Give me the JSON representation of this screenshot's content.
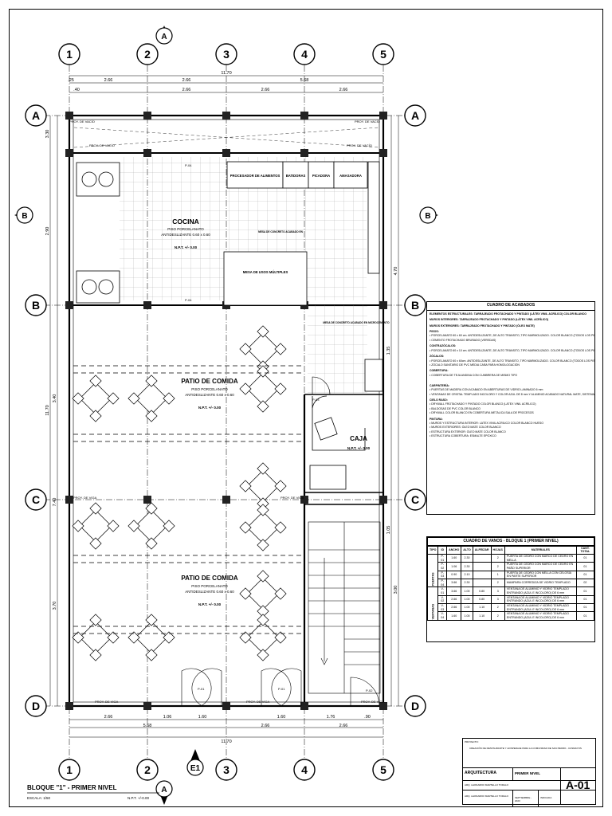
{
  "plan": {
    "title": "BLOQUE \"1\" - PRIMER NIVEL",
    "scale": "ESCALA: 1/50",
    "npt": "N.P.T. +/-0.00"
  },
  "axes": {
    "columns": [
      "1",
      "2",
      "3",
      "4",
      "5"
    ],
    "rows": [
      "A",
      "B",
      "C",
      "D"
    ]
  },
  "sections": {
    "a": "A",
    "b": "B",
    "e": "E1"
  },
  "dims_top": {
    "overall": "11.70",
    "row1": [
      ".25",
      "2.66",
      "2.66",
      "5.68"
    ],
    "row2": [
      ".40",
      "2.66",
      "2.66",
      "2.66"
    ]
  },
  "dims_bottom": {
    "row1": [
      "2.66",
      "1.06",
      "1.60",
      "1.60",
      "1.76",
      ".90"
    ],
    "row2": [
      "5.68",
      "2.66",
      "2.66"
    ],
    "overall": "11.70"
  },
  "dims_left": [
    "3.30",
    "2.90",
    "3.40",
    "11.70",
    "7.40",
    "3.70"
  ],
  "dims_right": [
    "4.70",
    "1.35",
    "1.05",
    "3.00"
  ],
  "rooms": {
    "cocina": {
      "name": "COCINA",
      "floor1": "PISO PORCELANATO",
      "floor2": "ANTIDESLIZANTE 0.60 x 0.60",
      "npt": "N.P.T. +/- 0.00"
    },
    "patio1": {
      "name": "PATIO DE COMIDA",
      "floor1": "PISO PORCELANATO",
      "floor2": "ANTIDESLIZANTE 0.60 x 0.60",
      "npt": "N.P.T. +/- 0.00"
    },
    "patio2": {
      "name": "PATIO DE COMIDA",
      "floor1": "PISO PORCELANATO",
      "floor2": "ANTIDESLIZANTE 0.60 x 0.60",
      "npt": "N.P.T. +/- 0.00"
    },
    "caja": {
      "name": "CAJA",
      "npt": "N.P.T. +/- 0.00"
    }
  },
  "equipment": {
    "procesador": "PROCESADOR DE ALIMENTOS",
    "batidoras": "BATIDORAS",
    "picadora": "PICADORA",
    "amasadora": "AMASADORA",
    "mesa": "MESA DE USOS MÚLTIPLES",
    "mesa_concreto": "MESA DE CONCRETO ACABADO EN",
    "mesa_concreto2": "MESA DE CONCRETO ACABADO EN MICROCEMENTO"
  },
  "labels": {
    "proy_vacio": "PROY. DE VACÍO",
    "proy_viga": "PROY. DE VIGA",
    "p01": "P-01",
    "p02": "P-02",
    "p03": "P-03",
    "p04": "P-04"
  },
  "acabados": {
    "title": "CUADRO DE ACABADOS",
    "lines": [
      {
        "t": "ELEMENTOS ESTRUCTURALES: TARRAJEADO FROTACHADO Y PINTADO (LÁTEX VINIL ACRÍLICO) COLOR BLANCO",
        "b": true
      },
      {
        "t": "MUROS INTERIORES: TARRAJEADO FROTACHADO Y PINTADO (LÁTEX VINIL ACRÍLICO)",
        "b": true
      },
      {
        "t": "MUROS EXTERIORES: TARRAJEADO FROTACHADO Y PINTADO (ÓLEO MATE)",
        "b": true
      },
      {
        "t": "PISOS:",
        "b": true
      },
      {
        "t": "•  PORCELANATO 60 x 60 cm. ANTIDESLIZANTE, DE ALTO TRÁNSITO, TIPO MARMOLIZADO. COLOR BLANCO (TODOS LOS PISOS)",
        "b": false
      },
      {
        "t": "•  CEMENTO FROTACHADO BRUÑADO (VEREDAS)",
        "b": false
      },
      {
        "t": "CONTRAZÓCALOS:",
        "b": true
      },
      {
        "t": "•  PORCELANATO 60 x 10 cm. ANTIDESLIZANTE, DE ALTO TRÁNSITO, TIPO MARMOLIZADO. COLOR BLANCO (TODOS LOS PISOS)",
        "b": false
      },
      {
        "t": "ZÓCALOS:",
        "b": true
      },
      {
        "t": "•  PORCELANATO 60 x 60cm. ANTIDESLIZANTE, DE ALTO TRÁNSITO, TIPO MARMOLIZADO. COLOR BLANCO (TODOS LOS PISOS)",
        "b": false
      },
      {
        "t": "•  ZÓCALO SANITARIO DE PVC MEDIA CAÑA PARA HOMOLOGACIÓN",
        "b": false
      },
      {
        "t": "COBERTURA:",
        "b": true
      },
      {
        "t": "•  COBERTURA DE TEJA ANDINA CON CUMBRERA DE MISMO TIPO",
        "b": false
      },
      {
        "t": "",
        "b": false
      },
      {
        "t": "CARPINTERÍA:",
        "b": true
      },
      {
        "t": "•  PUERTAS DE MADERA CON ACABADO EN ABERTURAS DE VIDRIO LAMINADO 6 mm",
        "b": false
      },
      {
        "t": "•  VENTANAS DE CRISTAL TEMPLADO INCOLORO Y COLOR AZUL DE 8 mm Y ALUMINIO ACABADO NATURAL MATE, SISTEMA CORREDIZO Y / O FIJO",
        "b": false
      },
      {
        "t": "CIELO RASO:",
        "b": true
      },
      {
        "t": "•  DRYWALL FROTACHADO Y PINTADO COLOR BLANCO (LÁTEX VINIL ACRÍLICO)",
        "b": false
      },
      {
        "t": "•  BALDOSAS DE PVC COLOR BLANCO",
        "b": false
      },
      {
        "t": "•  DRYWALL COLOR BLANCO EN COBERTURA METÁLICA SALA DE PROCESOS",
        "b": false
      },
      {
        "t": "PINTURA:",
        "b": true
      },
      {
        "t": "•  MUROS Y ESTRUCTURA INTERIOR: LÁTEX VINIL ACRÍLICO COLOR BLANCO HUESO",
        "b": false
      },
      {
        "t": "•  MUROS EXTERIORES: ÓLEO MATE COLOR BLANCO",
        "b": false
      },
      {
        "t": "•  ESTRUCTURA EXTERIOR: ÓLEO MATE COLOR BLANCO",
        "b": false
      },
      {
        "t": "•  ESTRUCTURA COBERTURA: ESMALTE EPÓXICO",
        "b": false
      }
    ]
  },
  "vanos": {
    "title": "CUADRO DE VANOS - BLOQUE 1 (PRIMER NIVEL)",
    "headers": [
      "TIPO",
      "ID",
      "ANCHO",
      "ALTO",
      "ALFEIZAR",
      "HOJAS",
      "MATERIALES",
      "CANT. TOTAL"
    ],
    "groups": [
      "PUERTAS",
      "VENTANAS"
    ],
    "rows": [
      [
        "P-01",
        "1.60",
        "2.30",
        "",
        "2",
        "PUERTA DE CEDRO CON MARCO DE CEDRO EN MELLA",
        "01"
      ],
      [
        "P-02",
        "1.06",
        "2.30",
        "",
        "2",
        "PUERTA DE CEDRO CON MARCO DE CEDRO EN PAÑO SUPERIOR",
        "01"
      ],
      [
        "P-03",
        "0.90",
        "2.10",
        "",
        "1",
        "PUERTA DE CEDRO CON MELLA CON CELOSÍA EN PARTE SUPERIOR",
        "01"
      ],
      [
        "P-04",
        "3.66",
        "2.30",
        "",
        "2",
        "MAMPARA CORREDIZA DE VIDRIO TEMPLADO",
        "02"
      ],
      [
        "V-01",
        "3.66",
        "1.00",
        "0.80",
        "3",
        "VENTANA DE ALUMINIO Y VIDRIO TEMPLADO ENTRANDO (AZUL E INCOLORO) DE 6 mm",
        "01"
      ],
      [
        "V-02",
        "2.66",
        "1.00",
        "0.80",
        "3",
        "VENTANA DE ALUMINIO Y VIDRIO TEMPLADO ENTRANDO (AZUL E INCOLORO) DE 6 mm",
        "01"
      ],
      [
        "V-03",
        "2.66",
        "1.00",
        "1.10",
        "2",
        "VENTANA DE ALUMINIO Y VIDRIO TEMPLADO ENTRANDO (AZUL E INCOLORO) DE 6 mm",
        "01"
      ],
      [
        "V-04",
        "1.60",
        "1.00",
        "1.10",
        "2",
        "VENTANA DE ALUMINIO Y VIDRIO TEMPLADO ENTRANDO (AZUL E INCOLORO) DE 6 mm",
        "01"
      ]
    ]
  },
  "cartouche": {
    "project_label": "PROYECTO:",
    "project": "CREACIÓN DE RESTAURANTE Y HOSPEDAJE PARA LA COMUNIDAD DE SAN PEDRO - CUSMAYOS",
    "specialty": "ARQUITECTURA",
    "level": "PRIMER NIVEL",
    "author1": "ARQ. LEONARDO MARTELLO TORALO",
    "author2": "ARQ. LEONARDO MARTELLO TORALO",
    "date": "SEPTIEMBRE - 2023",
    "scale": "INDICADA",
    "sheet": "A-01"
  }
}
